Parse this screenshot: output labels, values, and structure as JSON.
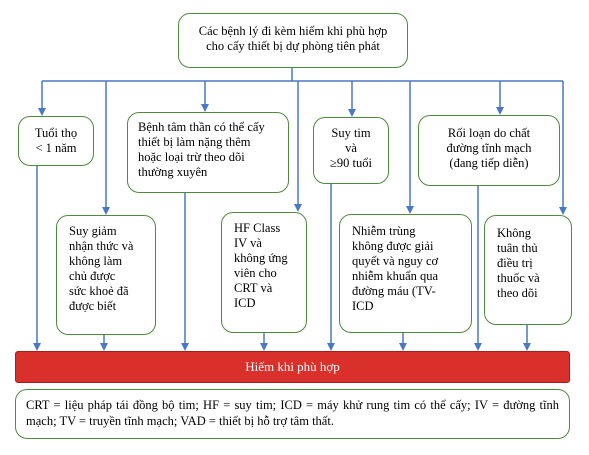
{
  "top": {
    "lines": [
      "Các bệnh lý đi kèm hiếm khi phù hợp",
      "cho cấy thiết bị dự phòng tiên phát"
    ]
  },
  "boxes": {
    "age": {
      "lines": [
        "Tuổi thọ",
        "< 1 năm"
      ]
    },
    "psychiatric": {
      "lines": [
        "Bệnh tâm thần có thể cấy",
        "thiết bị làm nặng thêm",
        "hoặc loại trừ theo dõi",
        "thường xuyên"
      ]
    },
    "heart_failure": {
      "lines": [
        "Suy tim",
        "và",
        "≥90 tuổi"
      ]
    },
    "electrolyte": {
      "lines": [
        "Rối loạn do chất",
        "đường tĩnh mạch",
        "(đang tiếp diễn)"
      ]
    },
    "cognitive": {
      "lines": [
        "Suy giảm",
        "nhận thức và",
        "không làm",
        "chủ được",
        "sức khoẻ đã",
        "được biết"
      ]
    },
    "hf_class": {
      "lines": [
        "HF Class",
        "IV và",
        "không ứng",
        "viên cho",
        "CRT và",
        "ICD"
      ]
    },
    "infection": {
      "lines": [
        "Nhiễm trùng",
        "không được giải",
        "quyết và nguy cơ",
        "nhiễm khuẩn qua",
        "đường máu (TV-",
        "ICD"
      ]
    },
    "adherence": {
      "lines": [
        "Không",
        "tuân thủ",
        "điều trị",
        "thuốc và",
        "theo dõi"
      ]
    }
  },
  "result": {
    "label": "Hiếm khi phù hợp"
  },
  "legend": {
    "text": "CRT = liệu pháp tái đồng bộ tim; HF = suy tim; ICD = máy khử rung tim có thể cấy; IV = đường tĩnh mạch; TV = truyền tĩnh mạch; VAD = thiết bị hỗ trợ tâm thất."
  },
  "colors": {
    "border": "#4f8a3c",
    "arrow": "#4a78c2",
    "bar": "#d9302b",
    "bar_text": "#ffffff"
  }
}
